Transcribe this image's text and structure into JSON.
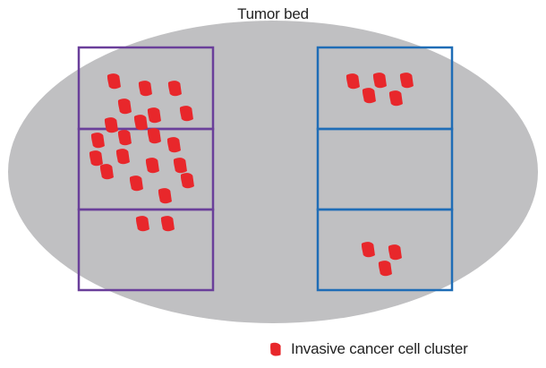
{
  "title": "Tumor bed",
  "legend": {
    "label": "Invasive cancer cell cluster",
    "icon": "cancer-cell-cluster-icon"
  },
  "colors": {
    "tumor_bed": "#c0c0c2",
    "cell_cluster": "#e8272b",
    "left_grid": "#6a3f9a",
    "right_grid": "#1f6db6",
    "text": "#222222"
  },
  "grids": [
    {
      "name": "left-section-grid",
      "cells": [
        {
          "cluster_count": 8
        },
        {
          "cluster_count": 12
        },
        {
          "cluster_count": 2
        }
      ]
    },
    {
      "name": "right-section-grid",
      "cells": [
        {
          "cluster_count": 5
        },
        {
          "cluster_count": 0
        },
        {
          "cluster_count": 3
        }
      ]
    }
  ]
}
